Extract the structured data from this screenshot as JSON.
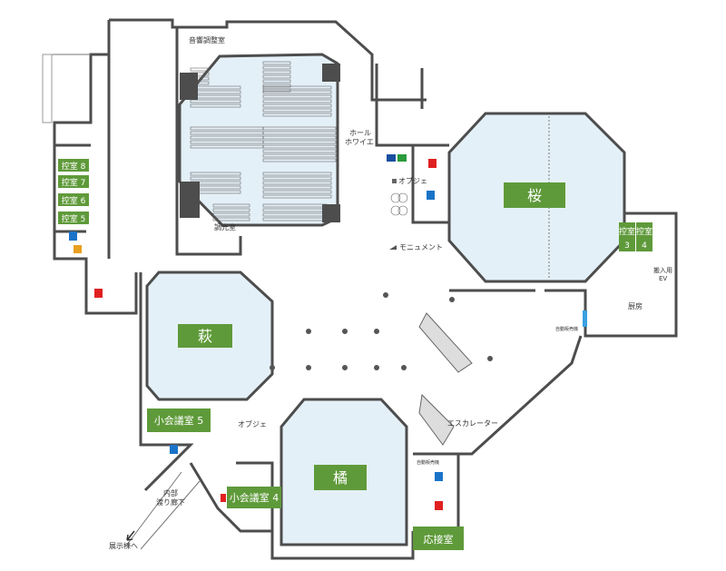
{
  "rooms": {
    "sakura": "桜",
    "hagi": "萩",
    "tachibana": "橘",
    "waiting_8": "控室 8",
    "waiting_7": "控室 7",
    "waiting_6": "控室 6",
    "waiting_5": "控室 5",
    "waiting_3": [
      "控室",
      "3"
    ],
    "waiting_4": [
      "控室",
      "4"
    ],
    "small_meeting_5": "小会議室 5",
    "small_meeting_4": "小会議室 4",
    "reception": "応接室"
  },
  "labels": {
    "sound_control": "音響調整室",
    "lighting_control": "調光室",
    "hall_foyer": [
      "ホール",
      "ホワイエ"
    ],
    "objet_1": "オブジェ",
    "objet_2": "オブジェ",
    "monument": "モニュメント",
    "escalator": "エスカレーター",
    "kitchen": "厨房",
    "freight_ev": [
      "搬入用",
      "EV"
    ],
    "vending_1": "自動販売機",
    "vending_2": "自動販売機",
    "corridor": [
      "内部",
      "渡り廊下"
    ],
    "to_exhibition": "展示棟へ"
  },
  "colors": {
    "room_label": "#5f9a3a",
    "hall_fill": "#e4f0f8",
    "wall": "#4d4d4d",
    "restroom_male": "#1a73c8",
    "restroom_female": "#e02020"
  }
}
